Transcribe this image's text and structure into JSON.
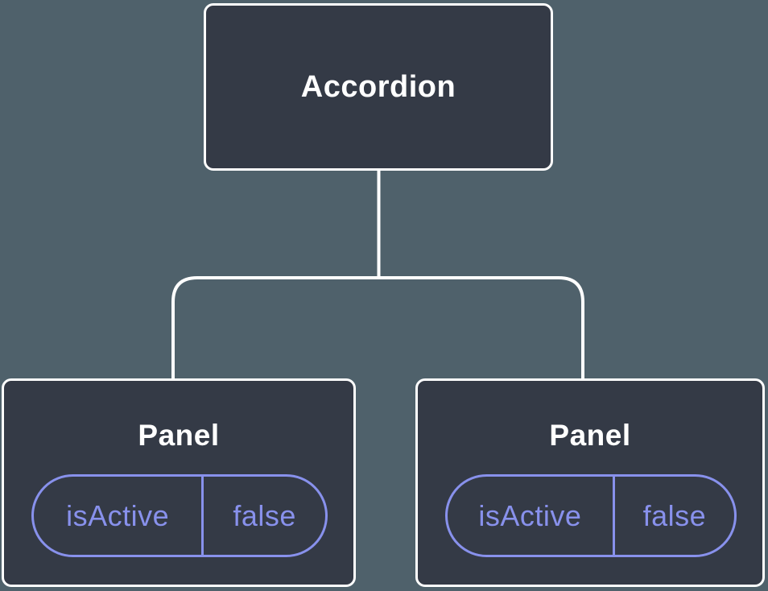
{
  "diagram": {
    "description": "Component tree diagram",
    "root": {
      "label": "Accordion"
    },
    "panels": [
      {
        "title": "Panel",
        "state": {
          "key": "isActive",
          "value": "false"
        }
      },
      {
        "title": "Panel",
        "state": {
          "key": "isActive",
          "value": "false"
        }
      }
    ],
    "colors": {
      "background": "#4f616b",
      "node_fill": "#343a46",
      "node_border": "#ffffff",
      "connector_line": "#ffffff",
      "state_accent": "#8891ec",
      "title_text": "#ffffff"
    }
  }
}
